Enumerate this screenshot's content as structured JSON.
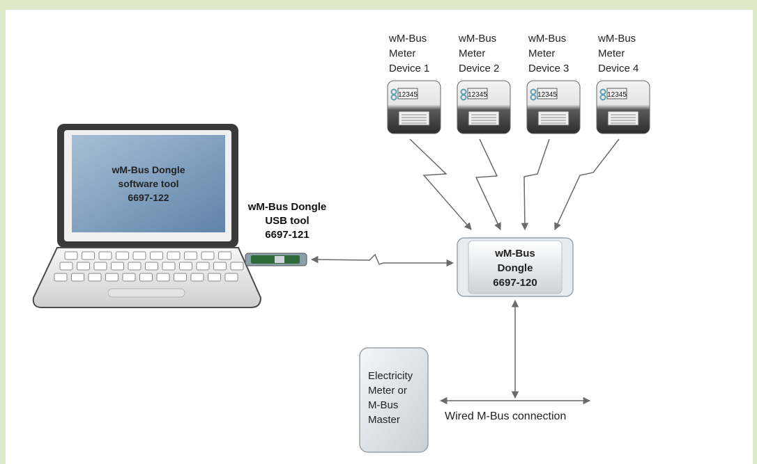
{
  "meters": [
    {
      "line1": "wM-Bus",
      "line2": "Meter",
      "line3": "Device 1",
      "display": "12345"
    },
    {
      "line1": "wM-Bus",
      "line2": "Meter",
      "line3": "Device 2",
      "display": "12345"
    },
    {
      "line1": "wM-Bus",
      "line2": "Meter",
      "line3": "Device 3",
      "display": "12345"
    },
    {
      "line1": "wM-Bus",
      "line2": "Meter",
      "line3": "Device 4",
      "display": "12345"
    }
  ],
  "laptop": {
    "line1": "wM-Bus Dongle",
    "line2": "software tool",
    "line3": "6697-122"
  },
  "usb_tool": {
    "line1": "wM-Bus Dongle",
    "line2": "USB tool",
    "line3": "6697-121"
  },
  "dongle": {
    "line1": "wM-Bus",
    "line2": "Dongle",
    "line3": "6697-120"
  },
  "master": {
    "line1": "Electricity",
    "line2": "Meter or",
    "line3": "M-Bus",
    "line4": "Master"
  },
  "wired_label": "Wired M-Bus connection",
  "colors": {
    "background": "#dfe8c9",
    "panel": "#ffffff",
    "screen": "#7f9fbe",
    "arrow": "#6b6b6b",
    "meter_body": "#4a4a4a",
    "display_accent": "#5c9fb4"
  }
}
